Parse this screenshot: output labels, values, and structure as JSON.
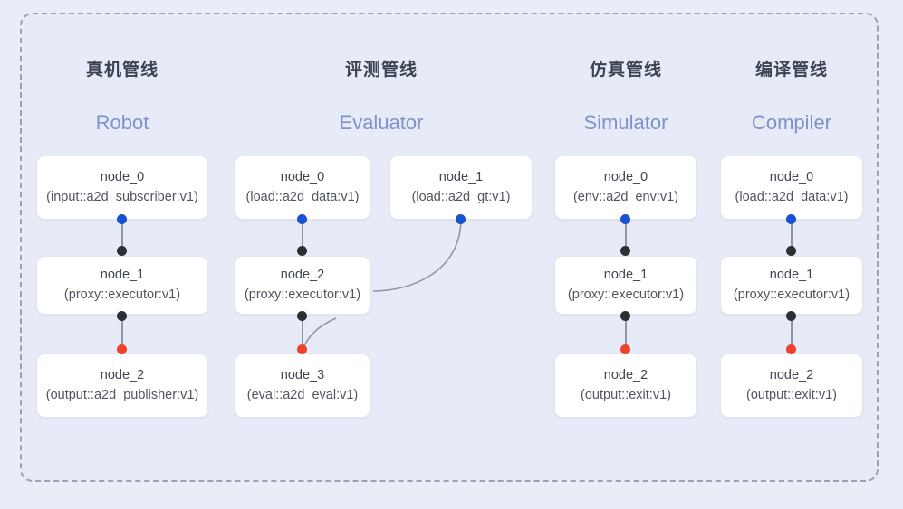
{
  "canvas": {
    "background_color": "#e9edf7",
    "frame_color": "#9aa3b5"
  },
  "palette": {
    "title_color": "#3c4252",
    "subtitle_color": "#7e92cb",
    "node_bg": "#ffffff",
    "node_border": "#e3e6ee",
    "port_blue": "#1a51d1",
    "port_black": "#2f2f33",
    "port_red": "#f0422a",
    "edge_color": "#9096a6"
  },
  "columns": [
    {
      "id": "robot",
      "title": "真机管线",
      "subtitle": "Robot",
      "nodes": [
        {
          "name": "node_0",
          "type": "(input::a2d_subscriber:v1)"
        },
        {
          "name": "node_1",
          "type": "(proxy::executor:v1)"
        },
        {
          "name": "node_2",
          "type": "(output::a2d_publisher:v1)"
        }
      ]
    },
    {
      "id": "evaluator",
      "title": "评测管线",
      "subtitle": "Evaluator",
      "nodes": [
        {
          "name": "node_0",
          "type": "(load::a2d_data:v1)"
        },
        {
          "name": "node_1",
          "type": "(load::a2d_gt:v1)"
        },
        {
          "name": "node_2",
          "type": "(proxy::executor:v1)"
        },
        {
          "name": "node_3",
          "type": "(eval::a2d_eval:v1)"
        }
      ]
    },
    {
      "id": "simulator",
      "title": "仿真管线",
      "subtitle": "Simulator",
      "nodes": [
        {
          "name": "node_0",
          "type": "(env::a2d_env:v1)"
        },
        {
          "name": "node_1",
          "type": "(proxy::executor:v1)"
        },
        {
          "name": "node_2",
          "type": "(output::exit:v1)"
        }
      ]
    },
    {
      "id": "compiler",
      "title": "编译管线",
      "subtitle": "Compiler",
      "nodes": [
        {
          "name": "node_0",
          "type": "(load::a2d_data:v1)"
        },
        {
          "name": "node_1",
          "type": "(proxy::executor:v1)"
        },
        {
          "name": "node_2",
          "type": "(output::exit:v1)"
        }
      ]
    }
  ]
}
